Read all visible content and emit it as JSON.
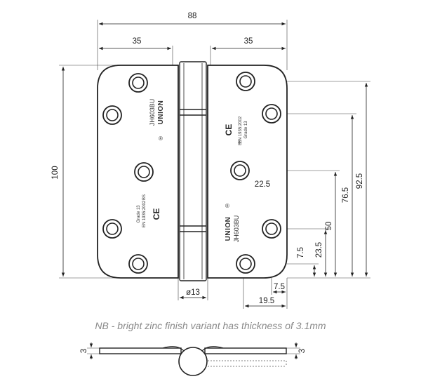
{
  "dimensions": {
    "overall_width": "88",
    "left_leaf_width": "35",
    "right_leaf_width": "35",
    "height": "100",
    "hole_92_5": "92.5",
    "hole_76_5": "76.5",
    "hole_50": "50",
    "hole_23_5": "23.5",
    "hole_7_5_vertical": "7.5",
    "hole_22_5": "22.5",
    "knuckle_diameter": "ø13",
    "hole_7_5_horizontal": "7.5",
    "hole_19_5": "19.5",
    "thickness_left": "3",
    "thickness_right": "3"
  },
  "embossing": {
    "brand": "UNION",
    "model": "JH603BU",
    "registered": "®",
    "ce_mark": "CE",
    "bs": "BS",
    "standard": "EN 1935:2002",
    "grade": "Grade 13"
  },
  "note": "NB - bright zinc finish variant has thickness of 3.1mm"
}
